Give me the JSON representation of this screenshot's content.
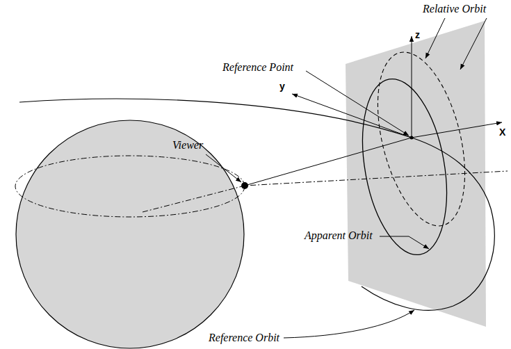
{
  "diagram": {
    "labels": [
      "Relative Orbit",
      "z",
      "Reference Point",
      "y",
      "X",
      "Viewer",
      "Apparent Orbit",
      "Reference Orbit"
    ]
  }
}
